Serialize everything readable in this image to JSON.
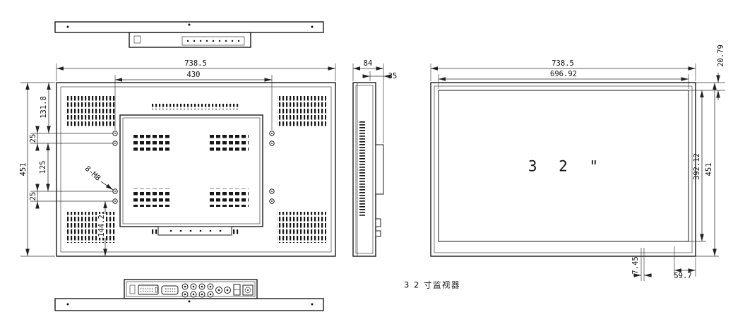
{
  "drawing": {
    "caption": "3 2 寸监视器",
    "colors": {
      "line": "#1a1a1a",
      "background": "#ffffff"
    },
    "views": {
      "rear": {
        "dims": {
          "overall_width": "738.5",
          "mount_width": "430",
          "top_to_hole": "131.8",
          "hole_pitch_top": "25",
          "hole_span_mid": "125",
          "hole_pitch_bottom": "25",
          "overall_height": "451",
          "hole_to_bottom": "144.2",
          "thread_callout": "8-M8"
        }
      },
      "side": {
        "dims": {
          "depth_overall": "84",
          "depth_panel": "35"
        }
      },
      "front": {
        "screen_size_label": "3 2 \"",
        "dims": {
          "overall_width": "738.5",
          "active_width": "696.92",
          "top_border": "20.79",
          "active_height": "392.12",
          "overall_height": "451",
          "bottom_offset": "7.45",
          "corner_offset": "59.7"
        }
      }
    }
  }
}
